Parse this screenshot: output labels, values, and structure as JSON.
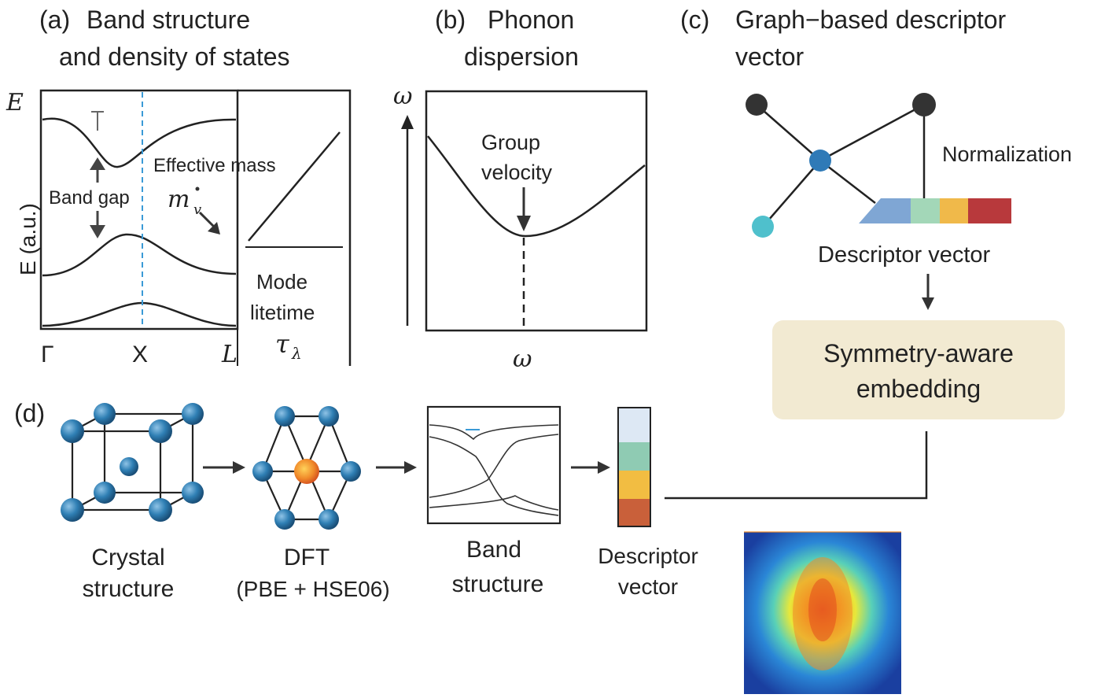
{
  "panel_a": {
    "label": "(a)",
    "title_line1": "Band structure",
    "title_line2": "and density of states",
    "y_letter": "E",
    "y_axis_label": "E (a.u.)",
    "band_gap": "Band gap",
    "effective_mass": "Effective mass",
    "mass_symbol": "m",
    "mass_sub": "v",
    "tick_gamma": "Γ",
    "tick_x": "X",
    "tick_l": "L",
    "mode_line1": "Mode",
    "mode_line2": "litetime",
    "tau": "τ",
    "tau_sub": "λ"
  },
  "panel_b": {
    "label": "(b)",
    "title_line1": "Phonon",
    "title_line2": "dispersion",
    "y_symbol": "ω",
    "x_symbol": "ω",
    "group_line1": "Group",
    "group_line2": "velocity"
  },
  "panel_c": {
    "label": "(c)",
    "title_line1": "Graph−based descriptor",
    "title_line2": "vector",
    "normalization": "Normalization",
    "descriptor_vector": "Descriptor vector",
    "embedding_line1": "Symmetry-aware",
    "embedding_line2": "embedding",
    "node_colors": [
      "#333333",
      "#333333",
      "#2f7ab7",
      "#4fc0cc"
    ],
    "vector_colors": [
      "#7fa6d4",
      "#a3d7b8",
      "#f0b94a",
      "#b8393c"
    ],
    "embedding_fill": "#f2ead2"
  },
  "panel_d": {
    "label": "(d)",
    "step1_line1": "Crystal",
    "step1_line2": "structure",
    "step2_line1": "DFT",
    "step2_line2": "(PBE + HSE06)",
    "step3_line1": "Band",
    "step3_line2": "structure",
    "step4_line1": "Descriptor",
    "step4_line2": "vector",
    "atom_color": "#2f7fb4",
    "center_atom_color": "#e8852a",
    "descriptor_colors": [
      "#dde8f4",
      "#8fcbb3",
      "#f2bd42",
      "#c9603a"
    ]
  }
}
